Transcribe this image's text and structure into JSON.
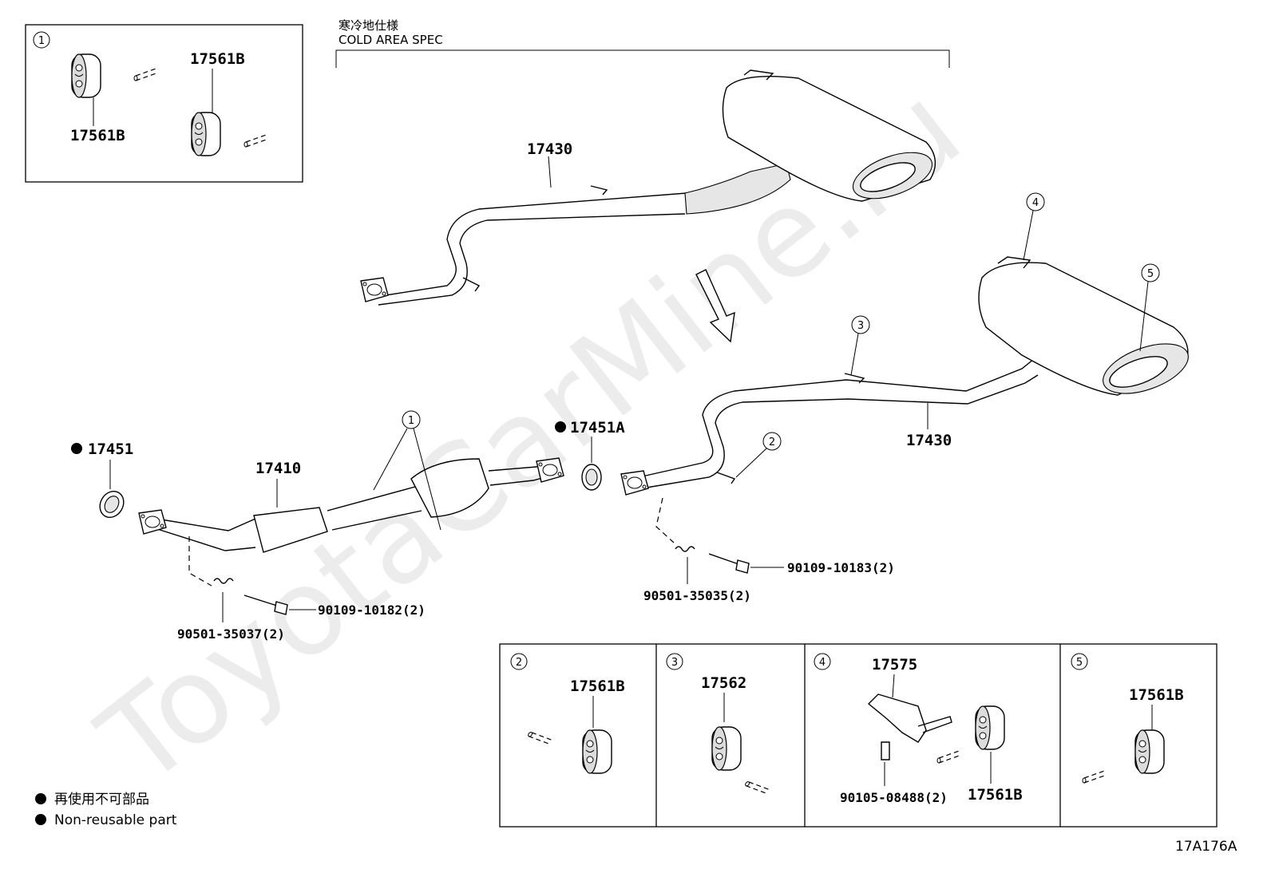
{
  "header": {
    "jp": "寒冷地仕様",
    "en": "COLD AREA SPEC"
  },
  "watermark": "ToyotaCarMine.ru",
  "diagram_code": "17A176A",
  "callouts": [
    "1",
    "2",
    "3",
    "4",
    "5"
  ],
  "parts": {
    "p17430_top": "17430",
    "p17430_main": "17430",
    "p17410": "17410",
    "p17451": "17451",
    "p17451a": "17451A",
    "bolt_left": "90109-10182(2)",
    "spring_left": "90501-35037(2)",
    "bolt_right": "90109-10183(2)",
    "spring_right": "90501-35035(2)"
  },
  "inset1": {
    "num": "1",
    "labels": [
      "17561B",
      "17561B"
    ]
  },
  "bottom_insets": [
    {
      "num": "2",
      "labels": [
        "17561B"
      ]
    },
    {
      "num": "3",
      "labels": [
        "17562"
      ]
    },
    {
      "num": "4",
      "labels": [
        "17575",
        "90105-08488(2)",
        "17561B"
      ]
    },
    {
      "num": "5",
      "labels": [
        "17561B"
      ]
    }
  ],
  "legend": {
    "jp": "再使用不可部品",
    "en": "Non-reusable part"
  }
}
